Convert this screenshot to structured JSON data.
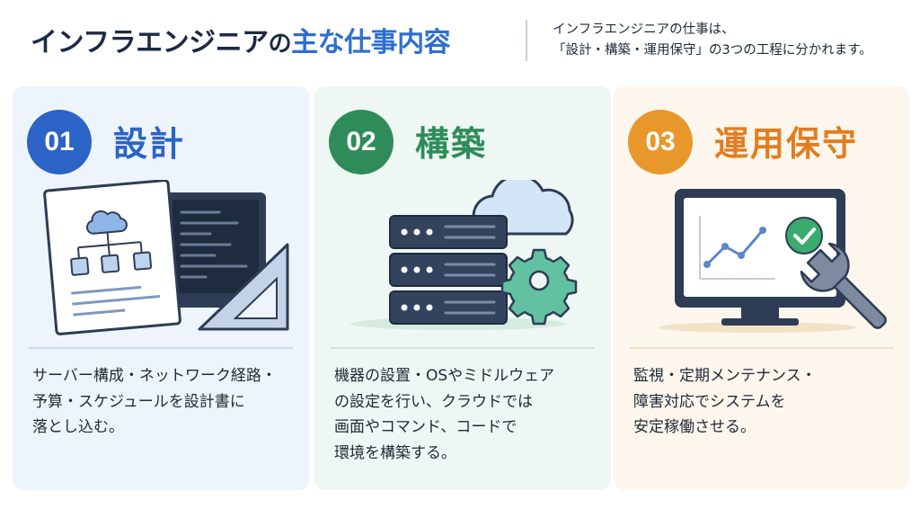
{
  "header": {
    "title_part1": "インフラエンジニア",
    "title_part2": "の",
    "title_part3": "主な仕事内容",
    "subtitle_line1": "インフラエンジニアの仕事は、",
    "subtitle_line2": "「設計・構築・運用保守」の3つの工程に分かれます。"
  },
  "cards": [
    {
      "number": "01",
      "title": "設計",
      "accent": "#2c63c6",
      "illustration": "blueprint-document-monitor-ruler-icon",
      "description": [
        "サーバー構成・ネットワーク経路・",
        "予算・スケジュールを設計書に",
        "落とし込む。"
      ]
    },
    {
      "number": "02",
      "title": "構築",
      "accent": "#2f8c5a",
      "illustration": "server-rack-cloud-gear-icon",
      "description": [
        "機器の設置・OSやミドルウェア",
        "の設定を行い、クラウドでは",
        "画面やコマンド、コードで",
        "環境を構築する。"
      ]
    },
    {
      "number": "03",
      "title": "運用保守",
      "accent": "#e8972a",
      "illustration": "monitor-chart-check-wrench-icon",
      "description": [
        "監視・定期メンテナンス・",
        "障害対応でシステムを",
        "安定稼働させる。"
      ]
    }
  ]
}
